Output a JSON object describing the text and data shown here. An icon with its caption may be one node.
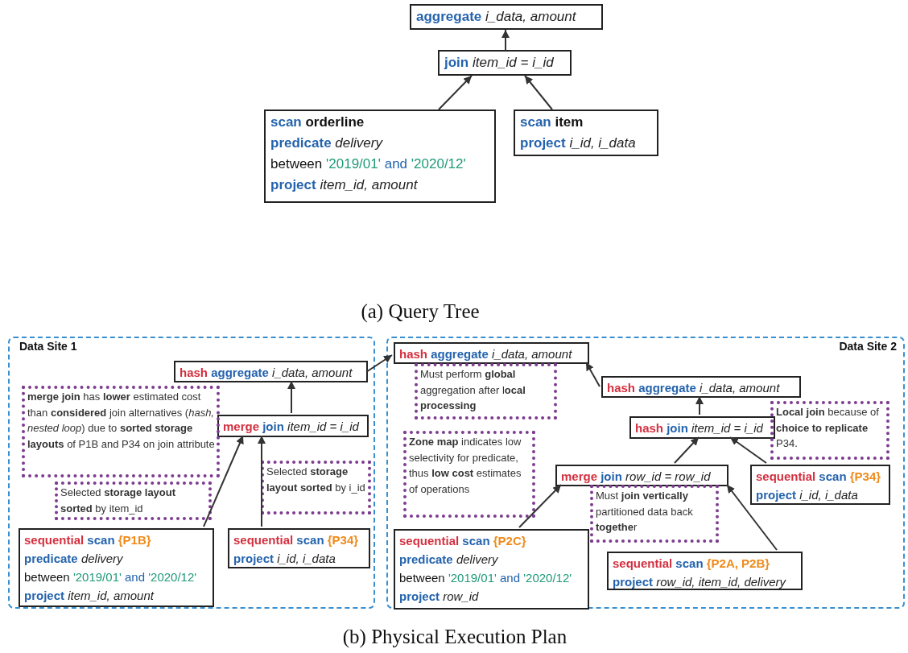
{
  "diagram": {
    "nodes": [
      {
        "text": [
          "**aggregate** *i_data, amount*"
        ]
      },
      {
        "text": [
          "**join** *item_id = i_id*"
        ]
      },
      {
        "text": [
          "scan orderline",
          "**predicate** *delivery*",
          "between '2019/01' and '2020/12'",
          "**project** *item_id, amount*"
        ]
      },
      {
        "text": [
          "scan item",
          "**project** *i_id, i_data*"
        ]
      },
      {
        "text": [
          "Data Site 1"
        ]
      },
      {
        "text": [
          "Data Site 2"
        ]
      },
      {
        "text": [
          "**hash aggregate** *i_data, amount*"
        ],
        "in": 4
      },
      {
        "text": [
          "**merge join** *item_id = i_id*"
        ],
        "in": 4
      },
      {
        "text": [
          "**merge join** has **lower** estimated cost than **considered** join alternatives (*hash, nested loop*) due to **sorted storage layouts** of P1B and P34 on join attribute"
        ],
        "in": 4
      },
      {
        "text": [
          "Selected **storage layout sorted** by item_id"
        ],
        "in": 4
      },
      {
        "text": [
          "Selected **storage layout sorted** by i_id"
        ],
        "in": 4
      },
      {
        "text": [
          "sequential scan {P1B}",
          "**predicate** *delivery*",
          "between '2019/01' and '2020/12'",
          "**project** *item_id, amount*"
        ],
        "in": 4
      },
      {
        "text": [
          "sequential scan {P34}",
          "**project** *i_id, i_data*"
        ],
        "in": 4
      },
      {
        "text": [
          "**hash aggregate** *i_data, amount*"
        ],
        "in": 5
      },
      {
        "text": [
          "Must perform **global** aggregation after l**ocal processing**"
        ],
        "in": 5
      },
      {
        "text": [
          "**hash aggregate** *i_data, amount*"
        ],
        "in": 5
      },
      {
        "text": [
          "**hash join** *item_id = i_id*"
        ],
        "in": 5
      },
      {
        "text": [
          "**Local join** because of **choice to replicate** P34."
        ],
        "in": 5
      },
      {
        "text": [
          "**Zone map** indicates low selectivity for predicate, thus **low cost** estimates of operations"
        ],
        "in": 5
      },
      {
        "text": [
          "**merge join** *row_id = row_id*"
        ],
        "in": 5
      },
      {
        "text": [
          "Must **join vertically** partitioned data back **togethe**r"
        ],
        "in": 5
      },
      {
        "text": [
          "sequential scan {P2C}",
          "**predicate** *delivery*",
          "between '2019/01' and '2020/12'",
          "**project** *row_id*"
        ],
        "in": 5
      },
      {
        "text": [
          "sequential scan {P34}",
          "**project** *i_id, i_data*"
        ],
        "in": 5
      },
      {
        "text": [
          "sequential scan {P2A, P2B}",
          "**project** *row_id, item_id, delivery*"
        ],
        "in": 5
      }
    ],
    "edges": [
      {
        "from": 1,
        "to": 0,
        "arrow": "to"
      },
      {
        "from": 2,
        "to": 1,
        "arrow": "to"
      },
      {
        "from": 3,
        "to": 1,
        "arrow": "to"
      },
      {
        "from": 7,
        "to": 6,
        "arrow": "to"
      },
      {
        "from": 11,
        "to": 7,
        "arrow": "to"
      },
      {
        "from": 12,
        "to": 7,
        "arrow": "to"
      },
      {
        "from": 6,
        "to": 13,
        "arrow": "to"
      },
      {
        "from": 15,
        "to": 13,
        "arrow": "to"
      },
      {
        "from": 16,
        "to": 15,
        "arrow": "to"
      },
      {
        "from": 19,
        "to": 16,
        "arrow": "to"
      },
      {
        "from": 22,
        "to": 16,
        "arrow": "to"
      },
      {
        "from": 21,
        "to": 19,
        "arrow": "to"
      },
      {
        "from": 23,
        "to": 19,
        "arrow": "to"
      }
    ],
    "labels": [
      "(a) Query Tree",
      "(b) Physical Execution Plan"
    ]
  }
}
